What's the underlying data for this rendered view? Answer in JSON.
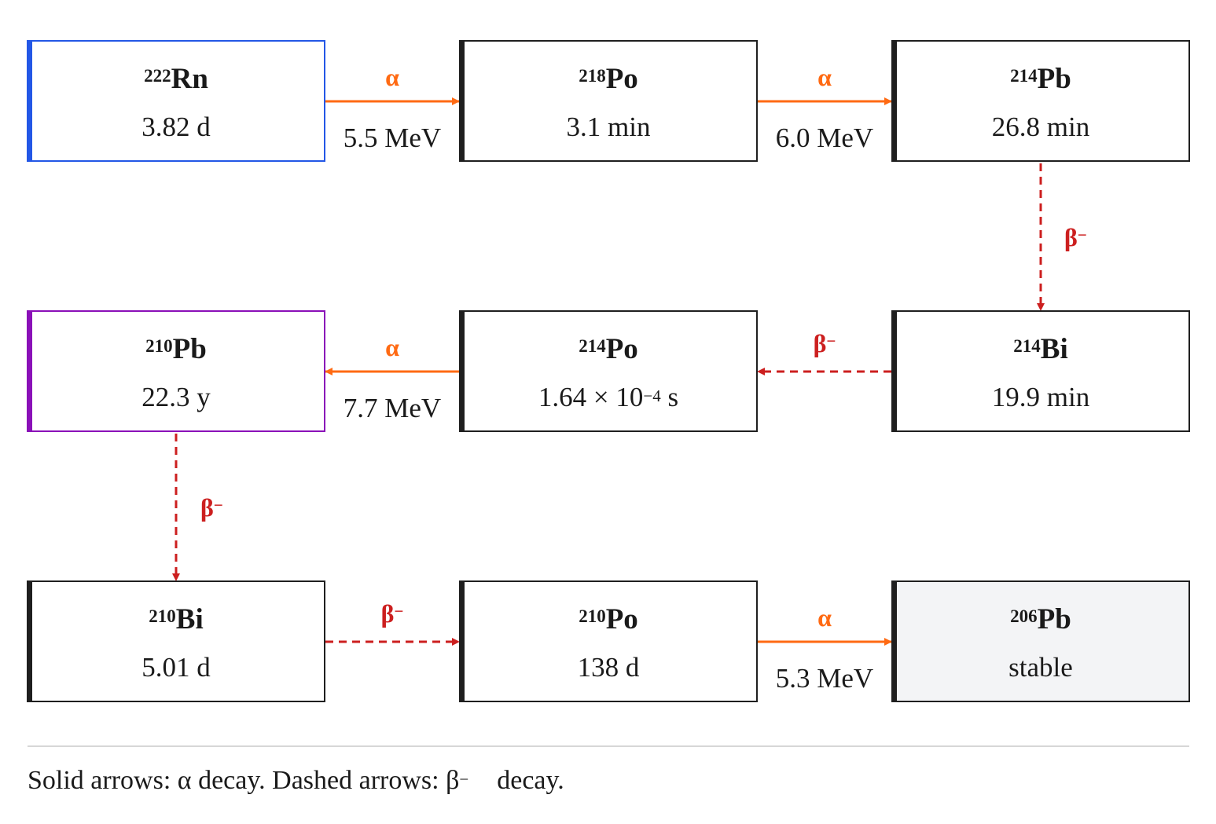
{
  "colors": {
    "alpha": "#ff6a13",
    "beta": "#cc1f1f",
    "start_border": "#2357e6",
    "highlight_border": "#8a10b8",
    "stable_fill": "#f3f4f6"
  },
  "nodes": {
    "rn222": {
      "mass": "222",
      "symbol": "Rn",
      "half_life": "3.82 d"
    },
    "po218": {
      "mass": "218",
      "symbol": "Po",
      "half_life": "3.1 min"
    },
    "pb214": {
      "mass": "214",
      "symbol": "Pb",
      "half_life": "26.8 min"
    },
    "bi214": {
      "mass": "214",
      "symbol": "Bi",
      "half_life": "19.9 min"
    },
    "po214": {
      "mass": "214",
      "symbol": "Po",
      "half_life_mantissa": "1.64 × 10",
      "half_life_exp": "−4",
      "half_life_unit": " s"
    },
    "pb210": {
      "mass": "210",
      "symbol": "Pb",
      "half_life": "22.3 y"
    },
    "bi210": {
      "mass": "210",
      "symbol": "Bi",
      "half_life": "5.01 d"
    },
    "po210": {
      "mass": "210",
      "symbol": "Po",
      "half_life": "138 d"
    },
    "pb206": {
      "mass": "206",
      "symbol": "Pb",
      "half_life": "stable"
    }
  },
  "transitions": {
    "rn222_po218": {
      "mode": "α",
      "energy": "5.5 MeV"
    },
    "po218_pb214": {
      "mode": "α",
      "energy": "6.0 MeV"
    },
    "pb214_bi214": {
      "mode": "β",
      "mode_sup": "−"
    },
    "bi214_po214": {
      "mode": "β",
      "mode_sup": "−"
    },
    "po214_pb210": {
      "mode": "α",
      "energy": "7.7 MeV"
    },
    "pb210_bi210": {
      "mode": "β",
      "mode_sup": "−"
    },
    "bi210_po210": {
      "mode": "β",
      "mode_sup": "−"
    },
    "po210_pb206": {
      "mode": "α",
      "energy": "5.3 MeV"
    }
  },
  "caption": {
    "part1": "Solid arrows: α decay. Dashed arrows: β",
    "sup": "−",
    "part2": "decay."
  }
}
